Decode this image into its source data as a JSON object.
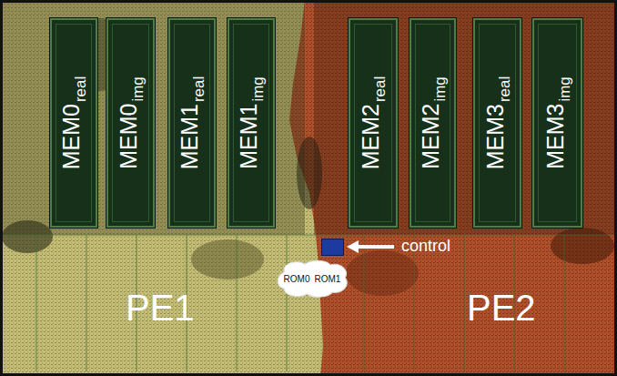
{
  "diagram": {
    "nodes": [
      {
        "text": [
          "PE1"
        ]
      },
      {
        "text": [
          "MEM0",
          "real"
        ],
        "in": 0
      },
      {
        "text": [
          "MEM0",
          "img"
        ],
        "in": 0
      },
      {
        "text": [
          "MEM1",
          "real"
        ],
        "in": 0
      },
      {
        "text": [
          "MEM1",
          "img"
        ],
        "in": 0
      },
      {
        "text": [
          "PE2"
        ]
      },
      {
        "text": [
          "MEM2",
          "real"
        ],
        "in": 5
      },
      {
        "text": [
          "MEM2",
          "img"
        ],
        "in": 5
      },
      {
        "text": [
          "MEM3",
          "real"
        ],
        "in": 5
      },
      {
        "text": [
          "MEM3",
          "img"
        ],
        "in": 5
      },
      {
        "text": [
          "control"
        ]
      },
      {
        "text": [
          "ROM0",
          "ROM1"
        ]
      }
    ]
  }
}
